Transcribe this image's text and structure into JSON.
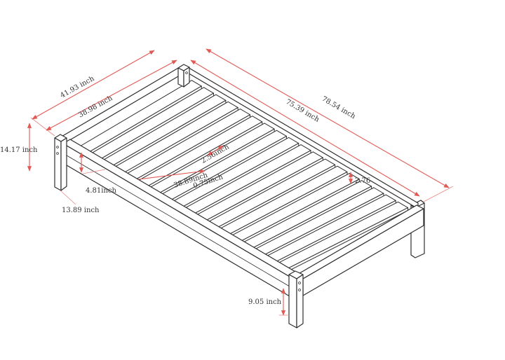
{
  "dimensions": {
    "outer_width": "41.93 inch",
    "inner_width": "38.98 inch",
    "inner_length": "75.39 inch",
    "outer_length": "78.54 inch",
    "total_height": "14.17 inch",
    "rail_height": "4.81inch",
    "rail_offset": "13.89 inch",
    "slat_spacing": "2.56inch",
    "slat_length": "38.89inch",
    "slat_thickness": "0.75inch",
    "slat_gap": "2.76",
    "clearance": "9.05 inch"
  },
  "colors": {
    "dimension_line": "#e05a55",
    "outline": "#2e2e2e"
  }
}
